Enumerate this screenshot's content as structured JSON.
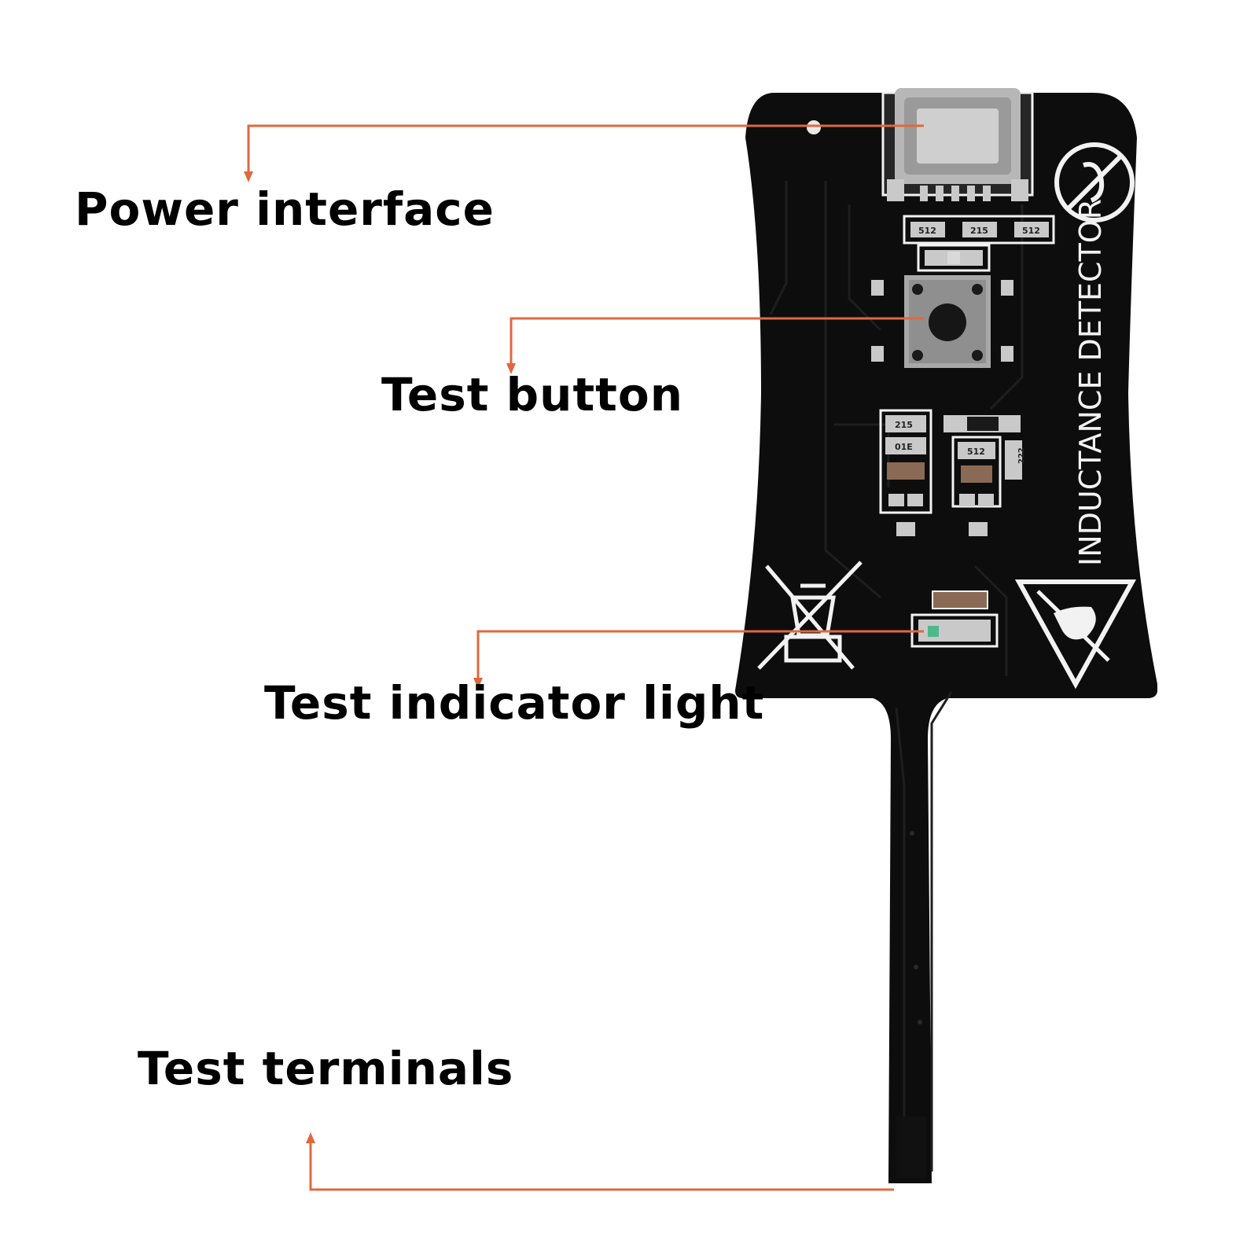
{
  "labels": {
    "power_interface": "Power interface",
    "test_button": "Test button",
    "test_indicator_light": "Test indicator light",
    "test_terminals": "Test terminals"
  },
  "board": {
    "silkscreen_title": "INDUCTANCE DETECTOR",
    "resistor_codes": [
      "512",
      "215",
      "512",
      "215",
      "01E",
      "512",
      "222"
    ]
  },
  "colors": {
    "leader_line": "#e0683f",
    "board": "#0d0d0d",
    "pad": "#c9c9c9",
    "silkscreen": "#f2f2f2"
  },
  "icons": [
    "usb-c-connector-icon",
    "tactile-switch-icon",
    "led-icon",
    "no-battery-bin-icon",
    "esd-warning-icon",
    "logo-icon"
  ]
}
